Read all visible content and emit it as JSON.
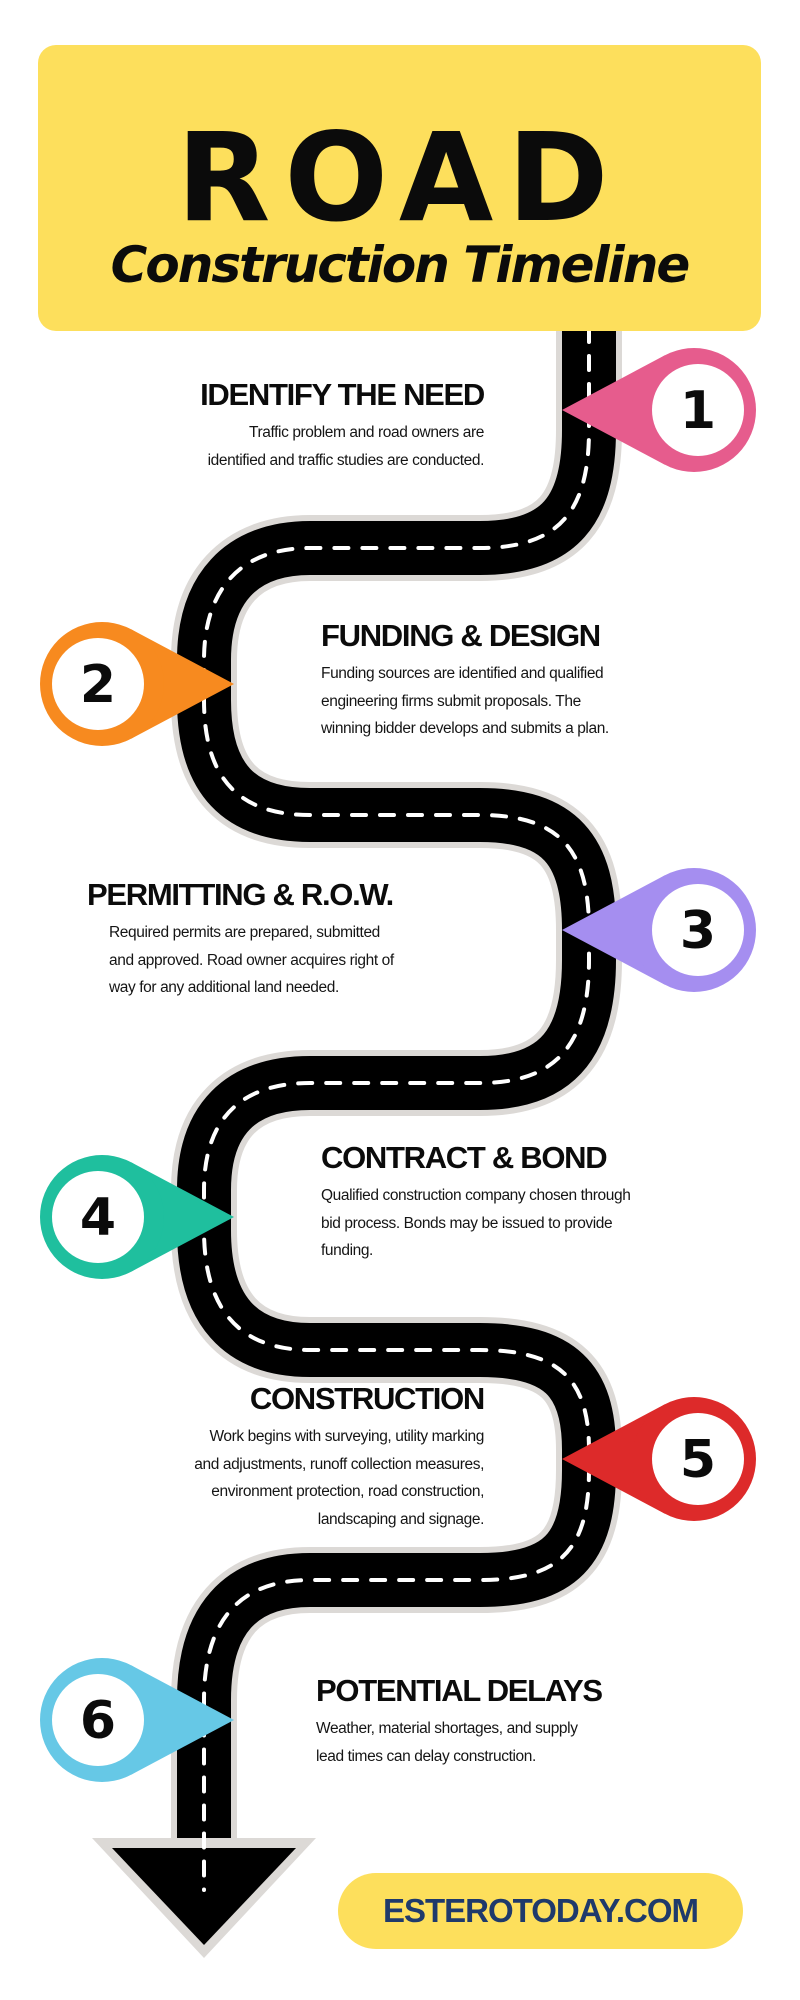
{
  "header": {
    "title": "ROAD",
    "subtitle": "Construction Timeline"
  },
  "steps": [
    {
      "number": "1",
      "color": "#e65c8d",
      "heading": "IDENTIFY THE NEED",
      "lines": [
        "Traffic problem and road owners are",
        "identified and traffic studies are conducted."
      ]
    },
    {
      "number": "2",
      "color": "#f78a1f",
      "heading": "FUNDING & DESIGN",
      "lines": [
        "Funding sources are identified and qualified",
        "engineering firms submit proposals. The",
        "winning bidder develops and submits a plan."
      ]
    },
    {
      "number": "3",
      "color": "#a58ef0",
      "heading": "PERMITTING & R.O.W.",
      "lines": [
        "Required permits are prepared, submitted",
        "and approved. Road owner acquires right of",
        "way for any additional land needed."
      ]
    },
    {
      "number": "4",
      "color": "#1fbf9e",
      "heading": "CONTRACT & BOND",
      "lines": [
        "Qualified construction company chosen through",
        "bid process. Bonds may be issued to provide",
        "funding."
      ]
    },
    {
      "number": "5",
      "color": "#dd2a2a",
      "heading": "CONSTRUCTION",
      "lines": [
        "Work begins with surveying, utility marking",
        "and adjustments, runoff collection measures,",
        "environment protection, road construction,",
        "landscaping and signage."
      ]
    },
    {
      "number": "6",
      "color": "#66c8e6",
      "heading": "POTENTIAL DELAYS",
      "lines": [
        "Weather, material shortages, and supply",
        "lead times can delay construction."
      ]
    }
  ],
  "footer": {
    "label": "ESTEROTODAY.COM"
  },
  "colors": {
    "banner": "#fddf5c",
    "road": "#000000",
    "road_edge": "#dcd9d6",
    "footer_text": "#1f3a6b"
  }
}
